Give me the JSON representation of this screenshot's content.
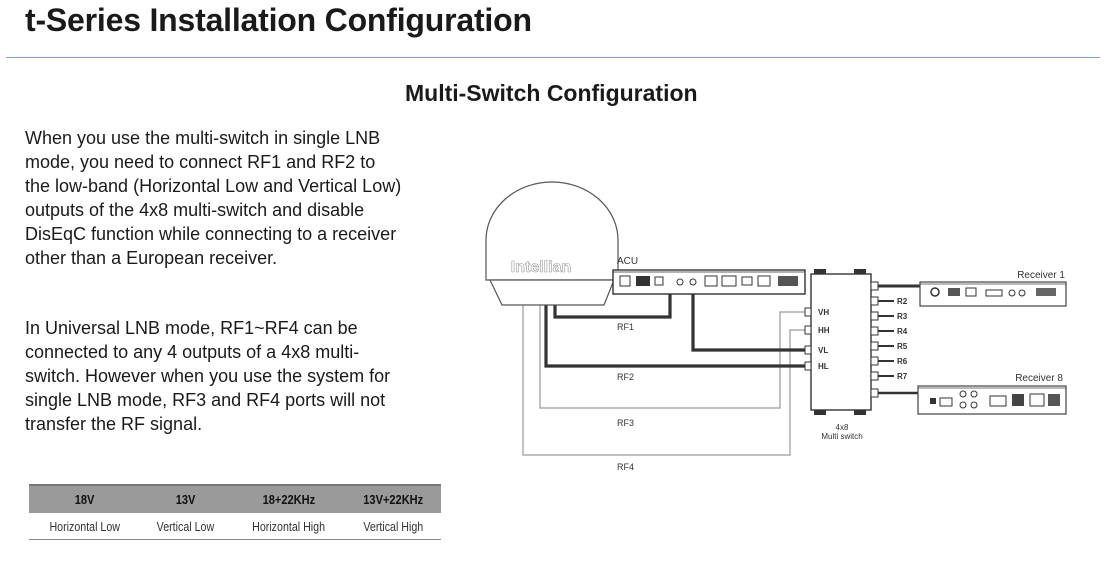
{
  "header": {
    "title": "t-Series Installation Configuration"
  },
  "section": {
    "title": "Multi-Switch Configuration"
  },
  "body": {
    "paragraph_1": "When you use the multi-switch in single LNB mode, you need to connect RF1 and RF2 to the low-band (Horizontal Low and Vertical Low) outputs of the 4x8 multi-switch and disable DisEqC function while connecting to a receiver other than a European receiver.",
    "paragraph_2": "In Universal LNB mode, RF1~RF4 can be connected to any 4 outputs of a 4x8 multi-switch. However when you use the system for single LNB mode, RF3 and RF4 ports will not transfer the RF signal."
  },
  "mode_table": {
    "headers": [
      "18V",
      "13V",
      "18+22KHz",
      "13V+22KHz"
    ],
    "values": [
      "Horizontal Low",
      "Vertical Low",
      "Horizontal High",
      "Vertical High"
    ]
  },
  "diagram": {
    "antenna_logo": "Intellian",
    "acu_label": "ACU",
    "cables": [
      "RF1",
      "RF2",
      "RF3",
      "RF4"
    ],
    "switch_inputs": [
      "VH",
      "HH",
      "VL",
      "HL"
    ],
    "switch_outputs": [
      "R2",
      "R3",
      "R4",
      "R5",
      "R6",
      "R7"
    ],
    "switch_label_1": "4x8",
    "switch_label_2": "Multi switch",
    "receiver_top": "Receiver 1",
    "receiver_bottom": "Receiver 8"
  }
}
